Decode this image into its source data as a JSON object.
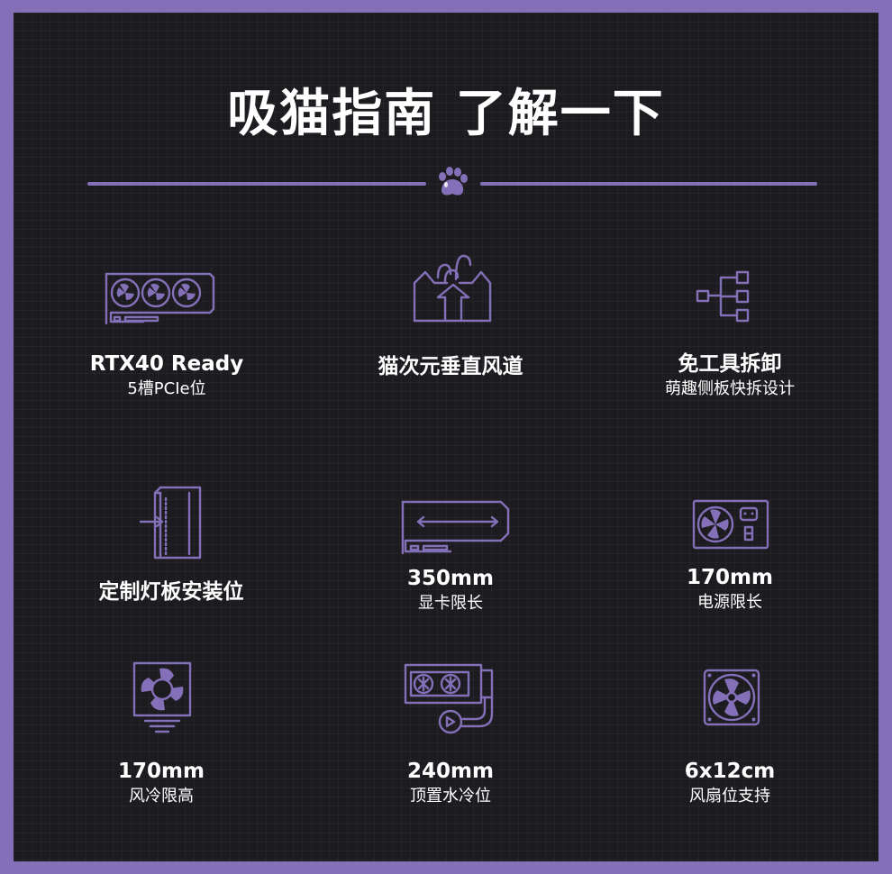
{
  "title": "吸猫指南 了解一下",
  "colors": {
    "accent": "#8470b8",
    "background": "#1c1b1f",
    "text": "#ffffff"
  },
  "features": [
    {
      "icon": "graphics-card-icon",
      "main": "RTX40 Ready",
      "sub": "5槽PCIe位"
    },
    {
      "icon": "vertical-airflow-icon",
      "main": "猫次元垂直风道",
      "sub": ""
    },
    {
      "icon": "tool-free-icon",
      "main": "免工具拆卸",
      "sub": "萌趣侧板快拆设计"
    },
    {
      "icon": "pc-case-icon",
      "main": "定制灯板安装位",
      "sub": ""
    },
    {
      "icon": "gpu-length-icon",
      "main": "350mm",
      "sub": "显卡限长"
    },
    {
      "icon": "power-supply-icon",
      "main": "170mm",
      "sub": "电源限长"
    },
    {
      "icon": "air-cooler-icon",
      "main": "170mm",
      "sub": "风冷限高"
    },
    {
      "icon": "liquid-cooler-icon",
      "main": "240mm",
      "sub": "顶置水冷位"
    },
    {
      "icon": "case-fan-icon",
      "main": "6x12cm",
      "sub": "风扇位支持"
    }
  ]
}
